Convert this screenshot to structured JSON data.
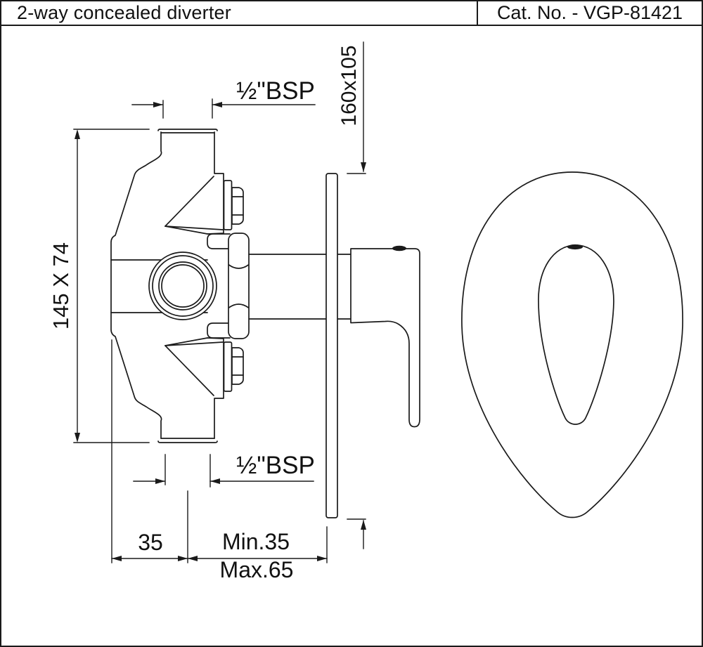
{
  "header": {
    "title": "2-way concealed diverter",
    "cat_no": "Cat. No. - VGP-81421"
  },
  "dimensions": {
    "body_side": "145 X 74",
    "bsp_top": "½\"BSP",
    "bsp_bottom": "½\"BSP",
    "plate_size": "160x105",
    "offset_35": "35",
    "depth_min": "Min.35",
    "depth_max": "Max.65"
  },
  "colors": {
    "line": "#1a1a1a",
    "background": "#ffffff"
  }
}
